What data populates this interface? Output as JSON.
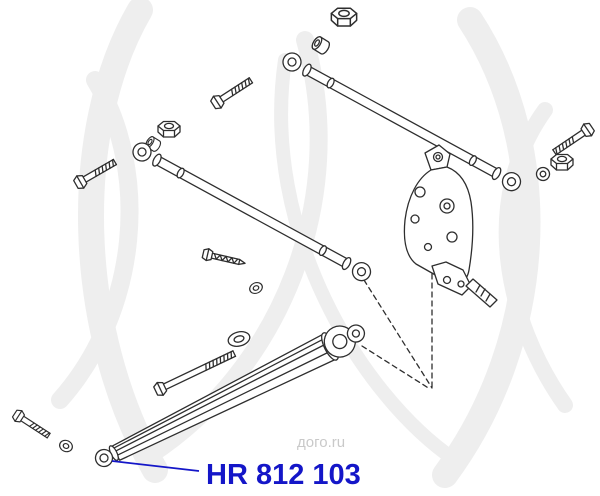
{
  "image": {
    "description": "Exploded parts diagram: rear suspension lateral rods, trailing arm, knuckle and fasteners",
    "background": "#ffffff",
    "line_color": "#2e2e2e"
  },
  "label": {
    "part_number": "HR 812 103",
    "color": "#1416c8"
  },
  "watermark": {
    "text": "дого.ru",
    "color": "#c9c9c9",
    "swirl_color": "#e3e3e3"
  }
}
